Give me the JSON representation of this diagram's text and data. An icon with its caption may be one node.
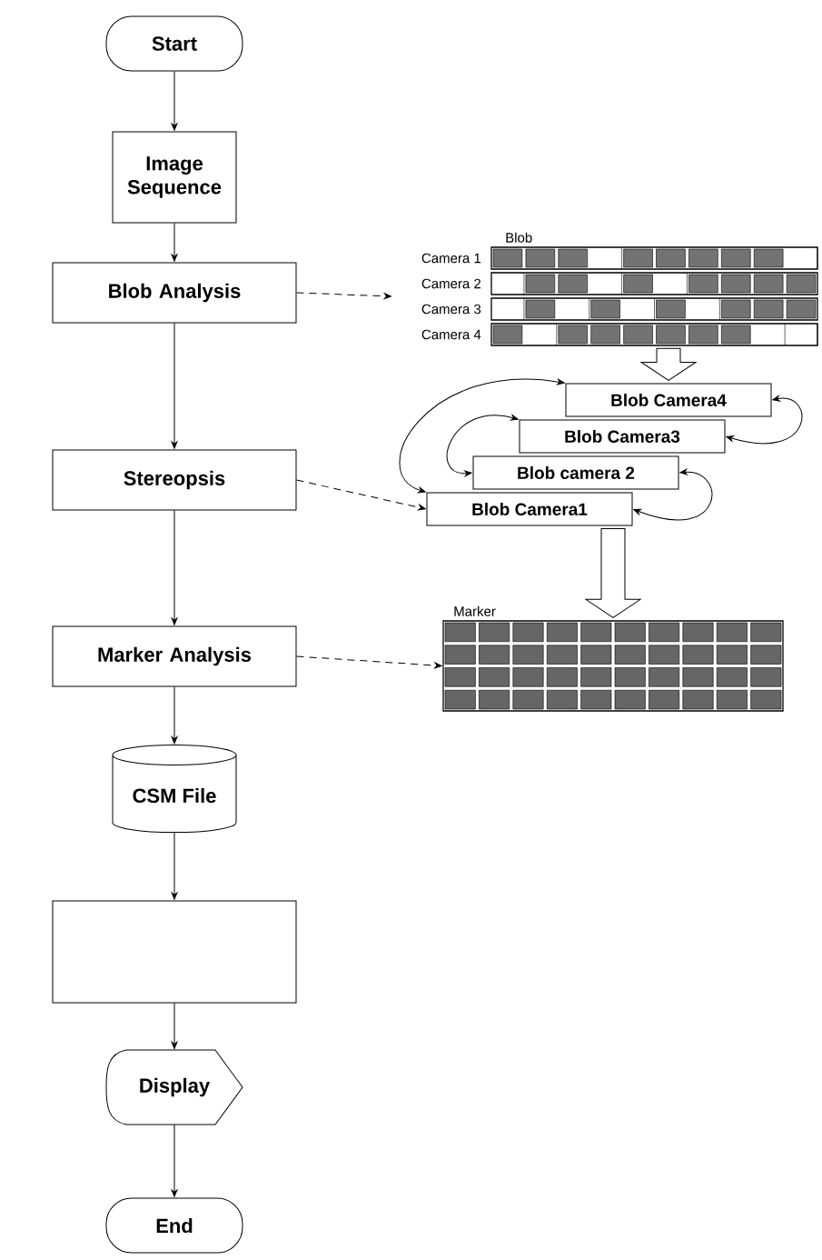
{
  "diagram": {
    "nodes": [
      {
        "text": [
          "Start"
        ]
      },
      {
        "text": [
          "Image Sequence"
        ]
      },
      {
        "text": [
          "Blob Analysis"
        ]
      },
      {
        "text": [
          "Stereopsis"
        ]
      },
      {
        "text": [
          "Marker Analysis"
        ]
      },
      {
        "text": [
          "CSM File"
        ]
      },
      {
        "text": [],
        "shape": "box"
      },
      {
        "text": [
          "Display"
        ]
      },
      {
        "text": [
          "End"
        ]
      },
      {
        "text": [
          "Blob",
          "Camera 1",
          "Camera 2",
          "Camera 3",
          "Camera 4"
        ]
      },
      {
        "text": [
          "Blob Camera4"
        ]
      },
      {
        "text": [
          "Blob Camera3"
        ]
      },
      {
        "text": [
          "Blob camera 2"
        ]
      },
      {
        "text": [
          "Blob Camera1"
        ]
      },
      {
        "text": [
          "Marker"
        ]
      }
    ],
    "edges": [
      {
        "from": 0,
        "to": 1,
        "arrow": "to"
      },
      {
        "from": 1,
        "to": 2,
        "arrow": "to"
      },
      {
        "from": 2,
        "to": 3,
        "arrow": "to"
      },
      {
        "from": 3,
        "to": 4,
        "arrow": "to"
      },
      {
        "from": 4,
        "to": 5,
        "arrow": "to"
      },
      {
        "from": 5,
        "to": 6,
        "arrow": "to"
      },
      {
        "from": 6,
        "to": 7,
        "arrow": "to"
      },
      {
        "from": 7,
        "to": 8,
        "arrow": "to"
      },
      {
        "from": 2,
        "to": 9,
        "arrow": "to",
        "style": "dashed"
      },
      {
        "from": 3,
        "to": 13,
        "arrow": "to",
        "style": "dashed"
      },
      {
        "from": 4,
        "to": 14,
        "arrow": "to",
        "style": "dashed"
      },
      {
        "from": 9,
        "to": 10,
        "arrow": "to",
        "style": "thick"
      },
      {
        "from": 13,
        "to": 14,
        "arrow": "to",
        "style": "thick"
      },
      {
        "from": 13,
        "to": 10,
        "arrow": "both"
      },
      {
        "from": 12,
        "to": 11,
        "arrow": "both"
      },
      {
        "from": 13,
        "to": 12,
        "arrow": "both"
      },
      {
        "from": 11,
        "to": 10,
        "arrow": "both"
      }
    ]
  }
}
